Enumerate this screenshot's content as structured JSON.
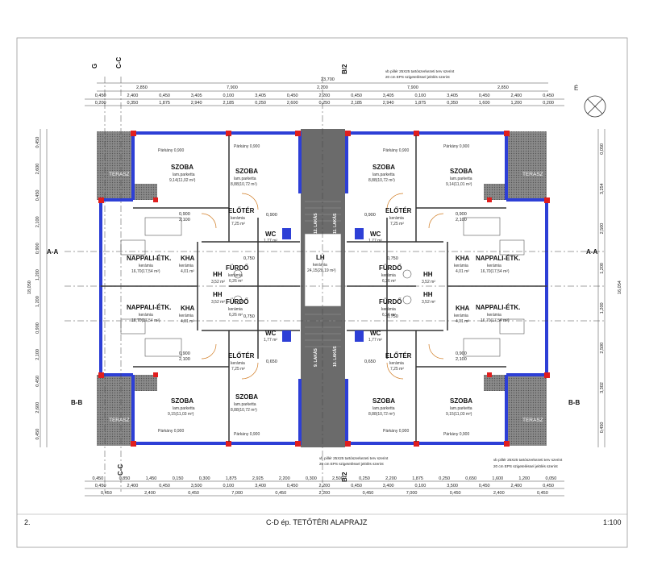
{
  "title_block": {
    "sheet_number": "2.",
    "title": "C-D ép. TETŐTÉRI ALAPRAJZ",
    "scale": "1:100"
  },
  "north": {
    "label": "É"
  },
  "axes": {
    "G": "G",
    "C-C": "C-C",
    "B/2": "B/2",
    "A-A": "A-A",
    "B-B": "B-B"
  },
  "notes": {
    "pillar_line1": "vb pillér 25X25 tartószerkezeti terv szerint",
    "pillar_line2": "20 cm EPS szigeteléssel jelölés szerint"
  },
  "dims_top": {
    "overall": "23,700",
    "row1": [
      "2,850",
      "7,900",
      "2,200",
      "7,900",
      "2,850"
    ],
    "row2": [
      "0,450",
      "2,400",
      "0,450",
      "3,405",
      "0,100",
      "3,405",
      "0,450",
      "2,200",
      "0,450",
      "3,405",
      "0,100",
      "3,405",
      "0,450",
      "2,400",
      "0,450"
    ],
    "row3": [
      "0,200",
      "0,350",
      "1,875",
      "2,940",
      "2,185",
      "0,250",
      "2,600",
      "0,250",
      "2,185",
      "2,940",
      "1,875",
      "0,350",
      "1,600",
      "1,200",
      "0,200"
    ]
  },
  "dims_bottom": {
    "row1": [
      "0,450",
      "0,850",
      "1,450",
      "0,150",
      "0,300",
      "1,875",
      "2,925",
      "2,200",
      "0,300",
      "2,500",
      "0,250",
      "2,200",
      "1,875",
      "0,250",
      "0,650",
      "1,600",
      "1,200",
      "0,050"
    ],
    "row2": [
      "0,450",
      "2,400",
      "0,450",
      "3,500",
      "0,100",
      "3,400",
      "0,450",
      "2,200",
      "0,450",
      "3,400",
      "0,100",
      "3,500",
      "0,450",
      "2,400",
      "0,450"
    ],
    "row3": [
      "0,450",
      "2,400",
      "0,450",
      "7,000",
      "0,450",
      "2,200",
      "0,450",
      "7,000",
      "0,450",
      "2,400",
      "0,450"
    ]
  },
  "dims_sides": {
    "left_total": "18,050",
    "right_total": "16,054",
    "left": [
      "0,450",
      "2,600",
      "0,450",
      "2,100",
      "0,900",
      "1,200",
      "1,200",
      "0,900",
      "2,100",
      "0,450",
      "2,600",
      "0,450"
    ],
    "right": [
      "0,050",
      "3,254",
      "2,500",
      "1,200",
      "1,200",
      "2,500",
      "3,302",
      "0,450"
    ]
  },
  "rooms": {
    "szoba": "SZOBA",
    "eloter": "ELŐTÉR",
    "wc": "WC",
    "furdo": "FÜRDŐ",
    "hh": "HH",
    "kha": "KHA",
    "nappali": "NAPPALI-ÉTK.",
    "terasz": "TERASZ",
    "lh": "LH",
    "parkany": "Párkány 0,900",
    "lam": "lam.parketta",
    "keramia": "kerámia",
    "lh_area": "24,15(28,19 m²)",
    "szoba_areas": [
      "9,14(11,02 m²)",
      "8,88(10,72 m²)",
      "8,88(10,72 m²)",
      "9,14(11,01 m²)",
      "9,15(11,03 m²)",
      "8,88(10,72 m²)",
      "8,88(10,72 m²)",
      "9,15(11,03 m²)"
    ],
    "eloter_area": "7,25 m²",
    "furdo_area": "6,26 m²",
    "hh_area": "3,52 m²",
    "kha_area": "4,01 m²",
    "wc_area": "1,77 m²",
    "nappali_area": "16,70(17,54 m²)"
  },
  "flats": {
    "l12": "12. LAKÁS",
    "l11": "11. LAKÁS",
    "l9": "9. LAKÁS",
    "l10": "10. LAKÁS"
  },
  "door_labels": {
    "d0900": "0,900",
    "d2100": "2,100",
    "d0750": "0,750",
    "d0650": "0,650"
  }
}
